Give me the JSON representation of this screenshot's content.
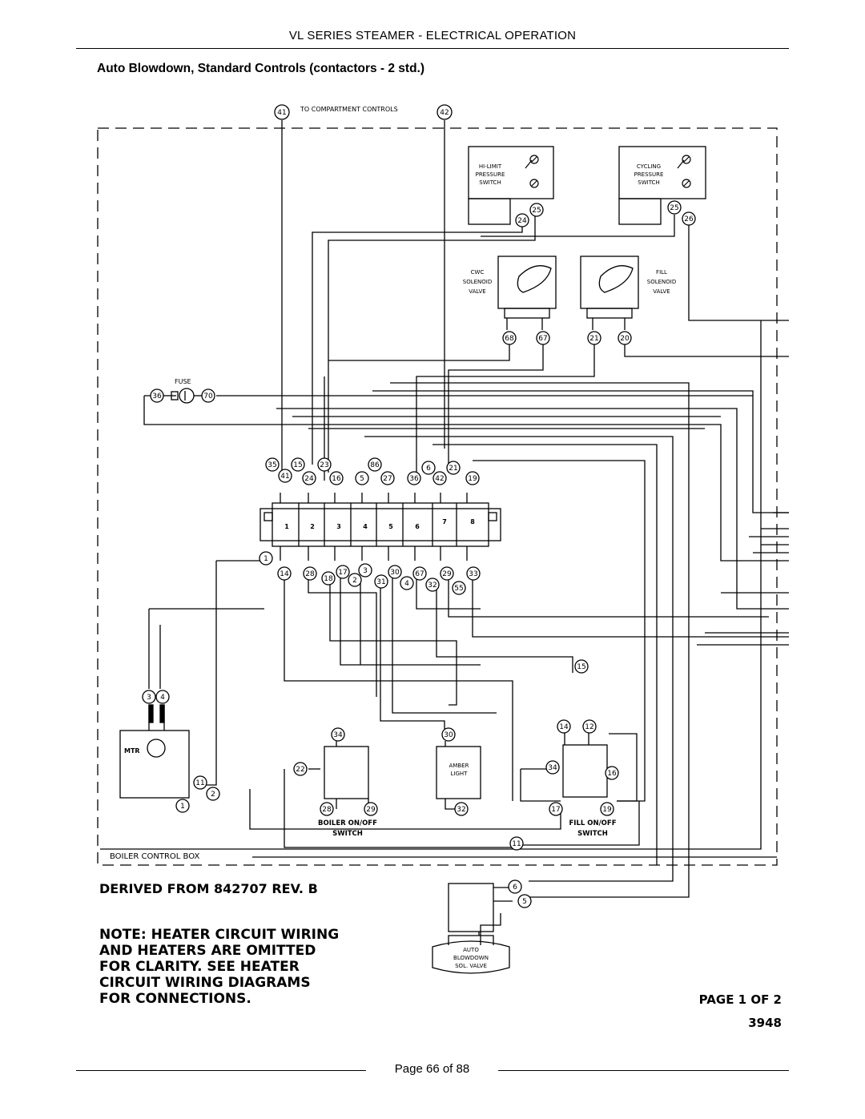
{
  "header": {
    "title": "VL SERIES STEAMER - ELECTRICAL OPERATION",
    "subtitle": "Auto Blowdown, Standard Controls (contactors - 2 std.)"
  },
  "diagram": {
    "top_label": "TO COMPARTMENT CONTROLS",
    "hi_limit_switch": "HI-LIMIT PRESSURE SWITCH",
    "cycling_switch": "CYCLING PRESSURE SWITCH",
    "cwc_valve": "CWC SOLENOID VALVE",
    "fill_valve": "FILL SOLENOID VALVE",
    "fuse_label": "FUSE",
    "motor_label": "MTR",
    "box_label": "BOILER CONTROL BOX",
    "amber_light": "AMBER LIGHT",
    "boiler_switch": "BOILER ON/OFF SWITCH",
    "fill_switch": "FILL ON/OFF SWITCH",
    "blowdown_valve": "AUTO BLOWDOWN SOL. VALVE",
    "terminal_numbers": [
      "1",
      "2",
      "3",
      "4",
      "5",
      "6",
      "7",
      "8"
    ]
  },
  "derived_from": "DERIVED FROM 842707 REV. B",
  "note_lines": [
    "NOTE: HEATER CIRCUIT WIRING",
    "AND HEATERS ARE OMITTED",
    "FOR CLARITY.  SEE HEATER",
    "CIRCUIT WIRING DIAGRAMS",
    "FOR CONNECTIONS."
  ],
  "page_of": "PAGE 1 OF 2",
  "drawing_number": "3948",
  "footer": {
    "page_label": "Page 66 of  88"
  }
}
